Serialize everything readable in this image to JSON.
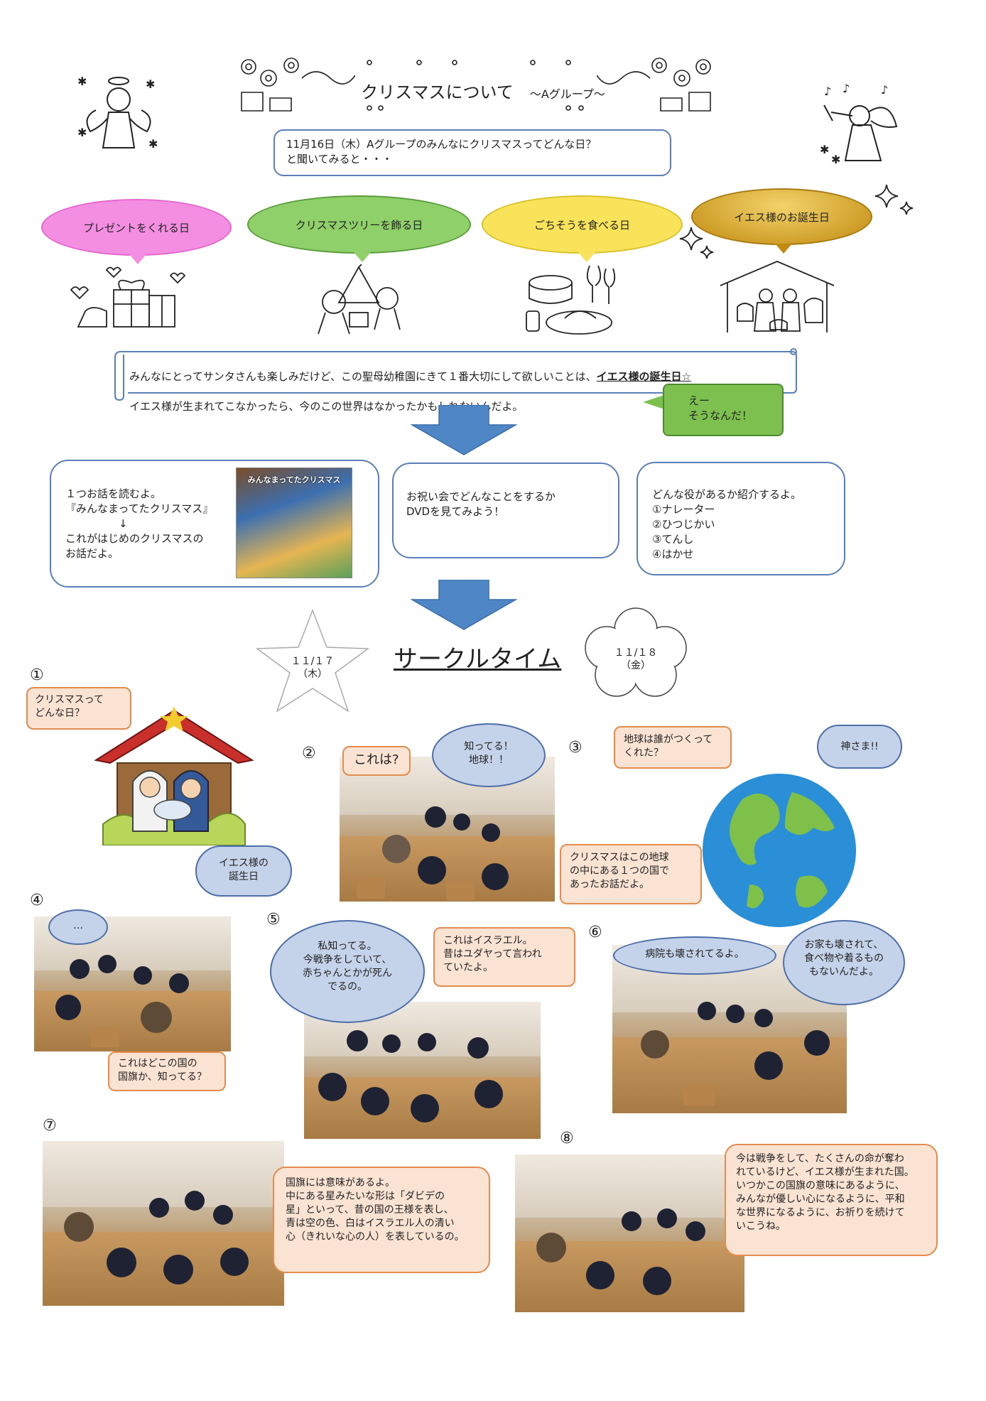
{
  "header": {
    "title": "クリスマスについて",
    "subtitle": "～Aグループ～"
  },
  "intro": "11月16日（木）Aグループのみんなにクリスマスってどんな日？\nと聞いてみると・・・",
  "answers": [
    {
      "label": "プレゼントをくれる日",
      "color": "#f48ee0"
    },
    {
      "label": "クリスマスツリーを飾る日",
      "color": "#8fd06a"
    },
    {
      "label": "ごちそうを食べる日",
      "color": "#f8e35a"
    },
    {
      "label": "イエス様のお誕生日",
      "color": "#d9a82a"
    }
  ],
  "scroll": {
    "line1_prefix": "みんなにとってサンタさんも楽しみだけど、この聖母幼稚園にきて１番大切にして欲しいことは、",
    "line1_emphasis": "イエス様の誕生日☆",
    "line2": "イエス様が生まれてこなかったら、今のこの世界はなかったかもしれないんだよ。"
  },
  "green_bubble": "えー\nそうなんだ！",
  "steps": {
    "story": "１つお話を読むよ。\n『みんなまってたクリスマス』\n　　　　　↓\nこれがはじめのクリスマスの\nお話だよ。",
    "book_title": "みんなまってたクリスマス",
    "dvd": "お祝い会でどんなことをするか\nDVDを見てみよう！",
    "roles": "どんな役があるか紹介するよ。\n①ナレーター\n②ひつじかい\n③てんし\n④はかせ"
  },
  "circle_time": {
    "title": "サークルタイム",
    "day1": "１１/１７\n（木）",
    "day2": "１１/１８\n（金）"
  },
  "scenes": {
    "s1": {
      "num": "①",
      "q": "クリスマスって\nどんな日？",
      "a": "イエス様の\n誕生日"
    },
    "s2": {
      "num": "②",
      "q": "これは?",
      "a": "知ってる！\n地球！！"
    },
    "s3": {
      "num": "③",
      "q": "地球は誰がつくって\nくれた？",
      "a": "神さま!!",
      "note": "クリスマスはこの地球\nの中にある１つの国で\nあったお話だよ。"
    },
    "s4": {
      "num": "④",
      "dots": "…",
      "q": "これはどこの国の\n国旗か、知ってる？"
    },
    "s5": {
      "num": "⑤",
      "a": "私知ってる。\n今戦争をしていて、\n赤ちゃんとかが死ん\nでるの。",
      "note": "これはイスラエル。\n昔はユダヤって言われ\nていたよ。"
    },
    "s6": {
      "num": "⑥",
      "a1": "病院も壊されてるよ。",
      "a2": "お家も壊されて、\n食べ物や着るもの\nもないんだよ。"
    },
    "s7": {
      "num": "⑦",
      "note": "国旗には意味があるよ。\n中にある星みたいな形は「ダビデの\n星」といって、昔の国の王様を表し、\n青は空の色、白はイスラエル人の清い\n心（きれいな心の人）を表しているの。"
    },
    "s8": {
      "num": "⑧",
      "note": "今は戦争をして、たくさんの命が奪わ\nれているけど、イエス様が生まれた国。\nいつかこの国旗の意味にあるように、\nみんなが優しい心になるように、平和\nな世界になるように、お祈りを続けて\nいこうね。"
    }
  }
}
